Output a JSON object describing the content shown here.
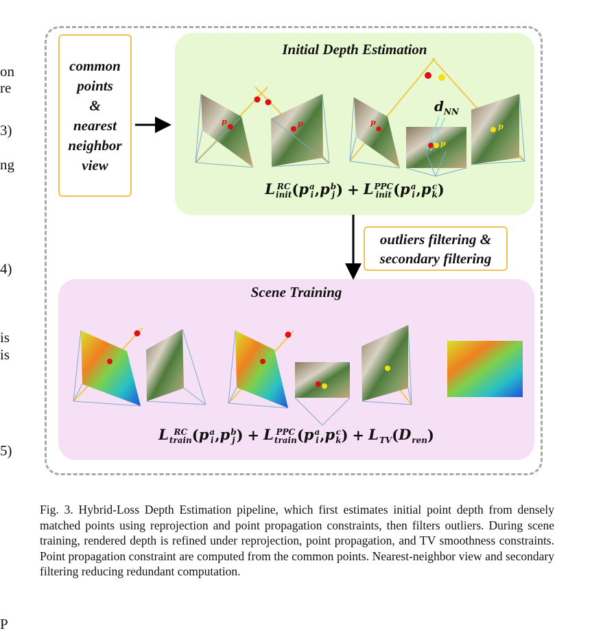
{
  "side_text": [
    "on",
    "re",
    "3)",
    "ng",
    "4)",
    "is",
    "is",
    "5)",
    "P"
  ],
  "input_box": {
    "lines": [
      "common",
      "points",
      "&",
      "nearest",
      "neighbor",
      "view"
    ]
  },
  "initial": {
    "title": "Initial Depth Estimation",
    "dnn_label": "d",
    "dnn_sub": "NN",
    "point_labels": [
      "p",
      "p",
      "p",
      "p",
      "p"
    ],
    "equation": [
      {
        "b": "L",
        "sup": "RC",
        "sub": "init"
      },
      {
        "t": "("
      },
      {
        "b": "p",
        "sup": "a",
        "sub": "i"
      },
      {
        "t": ","
      },
      {
        "b": "p",
        "sup": "b",
        "sub": "j"
      },
      {
        "t": ")"
      },
      {
        "t": " + "
      },
      {
        "b": "L",
        "sup": "PPC",
        "sub": "init"
      },
      {
        "t": "("
      },
      {
        "b": "p",
        "sup": "a",
        "sub": "i"
      },
      {
        "t": ","
      },
      {
        "b": "p",
        "sup": "c",
        "sub": "k"
      },
      {
        "t": ")"
      }
    ]
  },
  "filter_box": {
    "lines": [
      "outliers filtering &",
      "secondary filtering"
    ]
  },
  "scene": {
    "title": "Scene Training",
    "equation": [
      {
        "b": "L",
        "sup": "RC",
        "sub": "train"
      },
      {
        "t": "("
      },
      {
        "b": "p",
        "sup": "a",
        "sub": "i"
      },
      {
        "t": ","
      },
      {
        "b": "p",
        "sup": "b",
        "sub": "j"
      },
      {
        "t": ")"
      },
      {
        "t": " + "
      },
      {
        "b": "L",
        "sup": "PPC",
        "sub": "train"
      },
      {
        "t": "("
      },
      {
        "b": "p",
        "sup": "a",
        "sub": "i"
      },
      {
        "t": ","
      },
      {
        "b": "p",
        "sup": "c",
        "sub": "k"
      },
      {
        "t": ")"
      },
      {
        "t": " + "
      },
      {
        "b": "L",
        "sup": "",
        "sub": "TV"
      },
      {
        "t": "("
      },
      {
        "b": "D",
        "sup": "",
        "sub": "ren"
      },
      {
        "t": ")"
      }
    ]
  },
  "caption": "Fig. 3.  Hybrid-Loss Depth Estimation pipeline, which first estimates initial point depth from densely matched points using reprojection and point propagation constraints, then filters outliers. During scene training, rendered depth is refined under reprojection, point propagation, and TV smoothness constraints. Point propagation constraint are computed from the common points. Nearest-neighbor view and secondary filtering reducing redundant computation.",
  "colors": {
    "green_panel": "#e8f8d3",
    "pink_panel": "#f6e0f6",
    "box_border": "#f2c14e",
    "ray": "#f0c84a",
    "frustum": "#7fa9c9",
    "red_point": "#e01010",
    "yellow_point": "#f4e010"
  }
}
